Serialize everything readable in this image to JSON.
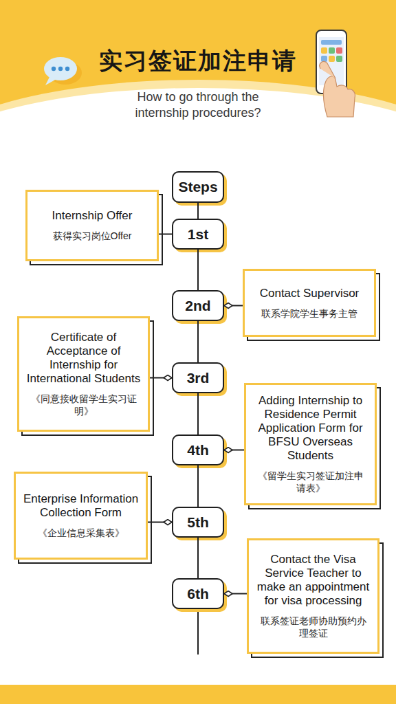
{
  "diagram": {
    "title": "实习签证加注申请",
    "nodes": [
      {
        "text": [
          "Steps"
        ]
      },
      {
        "text": [
          "Internship Offer",
          "获得实习岗位Offer"
        ]
      },
      {
        "text": [
          "1st"
        ]
      },
      {
        "text": [
          "2nd"
        ]
      },
      {
        "text": [
          "Contact Supervisor",
          "联系学院学生事务主管"
        ]
      },
      {
        "text": [
          "Certificate of Acceptance of Internship for International Students",
          "《同意接收留学生实习证明》"
        ]
      },
      {
        "text": [
          "3rd"
        ]
      },
      {
        "text": [
          "Adding Internship to Residence Permit Application Form for BFSU Overseas Students",
          "《留学生实习签证加注申请表》"
        ]
      },
      {
        "text": [
          "4th"
        ]
      },
      {
        "text": [
          "Enterprise Information Collection Form",
          "《企业信息采集表》"
        ]
      },
      {
        "text": [
          "5th"
        ]
      },
      {
        "text": [
          "6th"
        ]
      },
      {
        "text": [
          "Contact the Visa Service Teacher to make an appointment for visa processing",
          "联系签证老师协助预约办理签证"
        ]
      }
    ],
    "edges": [
      {
        "from": 0,
        "to": 2,
        "arrow": "none"
      },
      {
        "from": 2,
        "to": 3,
        "arrow": "none"
      },
      {
        "from": 3,
        "to": 6,
        "arrow": "none"
      },
      {
        "from": 6,
        "to": 8,
        "arrow": "none"
      },
      {
        "from": 8,
        "to": 10,
        "arrow": "none"
      },
      {
        "from": 10,
        "to": 11,
        "arrow": "none"
      },
      {
        "from": 1,
        "to": 2,
        "arrow": "none"
      },
      {
        "from": 4,
        "to": 3,
        "arrow": "to"
      },
      {
        "from": 5,
        "to": 6,
        "arrow": "to"
      },
      {
        "from": 7,
        "to": 8,
        "arrow": "to"
      },
      {
        "from": 9,
        "to": 10,
        "arrow": "to"
      },
      {
        "from": 12,
        "to": 11,
        "arrow": "to"
      }
    ],
    "labels": [
      "How to go through the internship procedures?"
    ]
  }
}
